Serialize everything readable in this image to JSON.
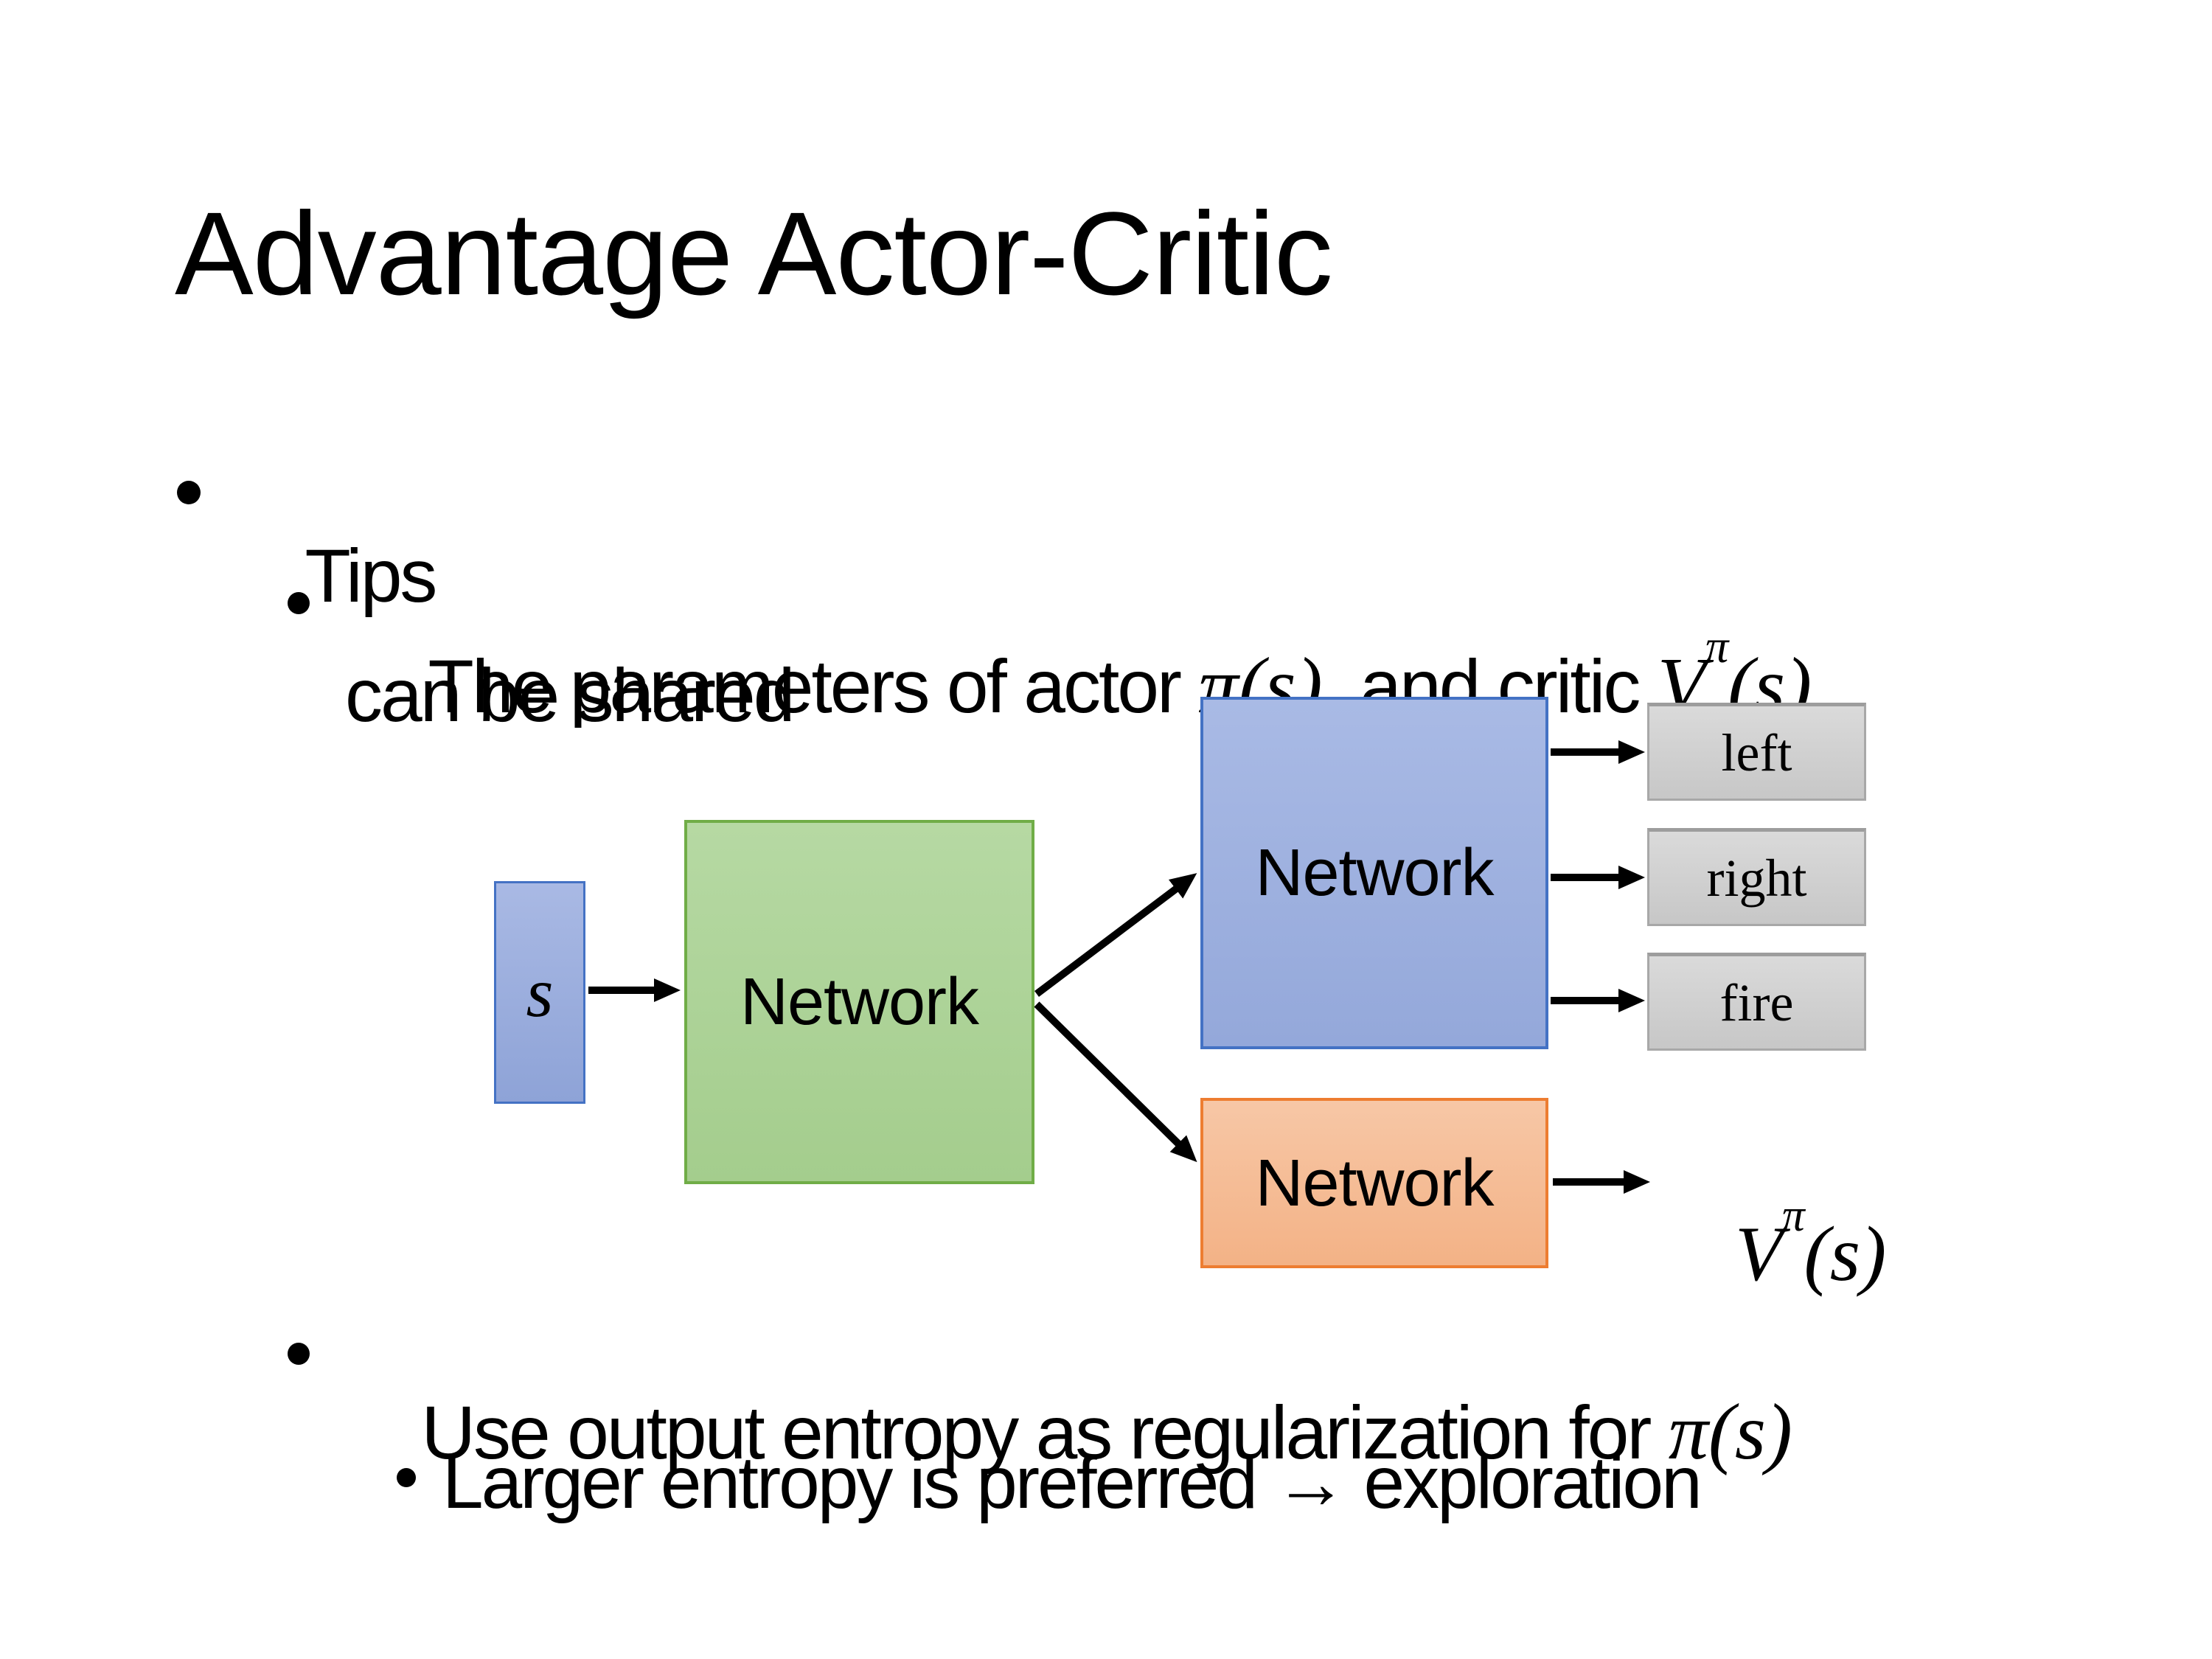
{
  "slide": {
    "title": "Advantage Actor-Critic",
    "bullets": {
      "tips": "Tips",
      "b2_seg1": "The parameters of actor ",
      "b2_math1": "π(s)",
      "b2_seg2": "  and critic ",
      "b2_V": "V",
      "b2_Vsup": "π",
      "b2_Vrest": "(s)",
      "b2_line2": "can be shared",
      "b3_seg1": "Use output entropy as regularization for ",
      "b3_math1": "π(s)",
      "b4": "Larger entropy is preferred → exploration"
    },
    "diagram": {
      "s_label": "s",
      "shared_network_label": "Network",
      "actor_network_label": "Network",
      "critic_network_label": "Network",
      "actions": [
        "left",
        "right",
        "fire"
      ],
      "value_V": "V",
      "value_sup": "π",
      "value_rest": "(s)"
    },
    "colors": {
      "state_fill": "#9FB1DF",
      "state_border": "#4472C4",
      "shared_fill": "#AFD49A",
      "shared_border": "#70AD47",
      "actor_fill": "#A2B4E2",
      "actor_border": "#4472C4",
      "critic_fill": "#F5BB97",
      "critic_border": "#ED7D31",
      "action_fill": "#D2D2D2",
      "action_border": "#A6A6A6",
      "text": "#000000",
      "background": "#FFFFFF"
    }
  }
}
